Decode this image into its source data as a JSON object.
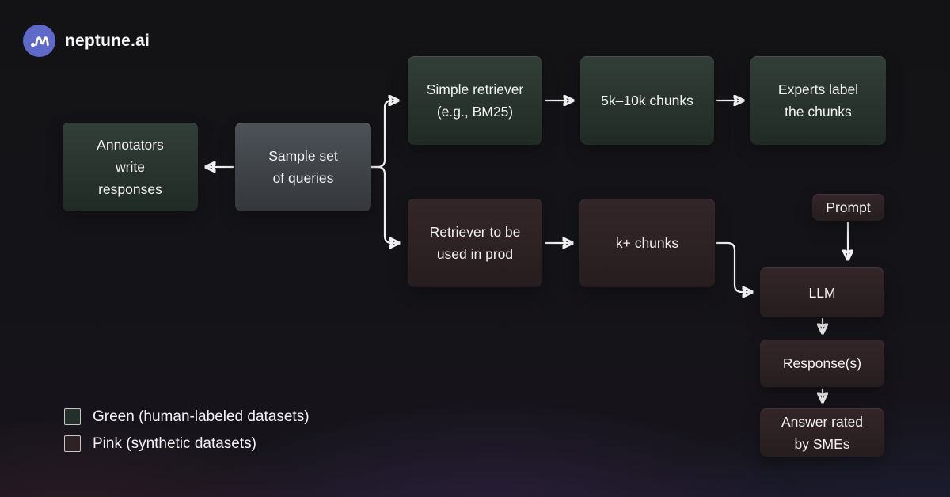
{
  "brand": {
    "name": "neptune.ai"
  },
  "colors": {
    "background_base": "#131316",
    "green_box": "#2b3630",
    "pink_box": "#2d2123",
    "gray_box": "#41464a",
    "arrow": "#f0f1f1",
    "text": "#f2f2f4",
    "logo_circle": "#5f69c7"
  },
  "diagram": {
    "nodes": {
      "annotators": {
        "label": [
          "Annotators",
          "write",
          "responses"
        ],
        "kind": "green"
      },
      "sample": {
        "label": [
          "Sample set",
          "of queries"
        ],
        "kind": "gray"
      },
      "simple_retriever": {
        "label": [
          "Simple retriever",
          "(e.g., BM25)"
        ],
        "kind": "green"
      },
      "chunks_5k": {
        "label": [
          "5k–10k chunks"
        ],
        "kind": "green"
      },
      "experts": {
        "label": [
          "Experts label",
          "the chunks"
        ],
        "kind": "green"
      },
      "retriever_prod": {
        "label": [
          "Retriever to be",
          "used in prod"
        ],
        "kind": "pink"
      },
      "chunks_k": {
        "label": [
          "k+ chunks"
        ],
        "kind": "pink"
      },
      "prompt": {
        "label": [
          "Prompt"
        ],
        "kind": "pink"
      },
      "llm": {
        "label": [
          "LLM"
        ],
        "kind": "pink"
      },
      "response": {
        "label": [
          "Response(s)"
        ],
        "kind": "pink"
      },
      "answer": {
        "label": [
          "Answer rated",
          "by SMEs"
        ],
        "kind": "pink"
      }
    }
  },
  "legend": {
    "items": [
      {
        "label": "Green (human-labeled datasets)",
        "swatch": "green"
      },
      {
        "label": "Pink (synthetic datasets)",
        "swatch": "pink"
      }
    ]
  }
}
